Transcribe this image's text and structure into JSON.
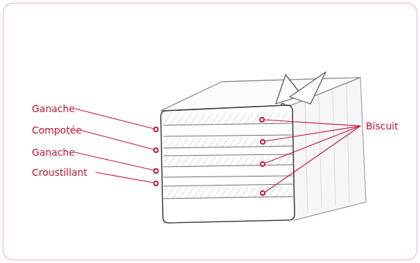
{
  "diagram": {
    "labels": [
      "Ganache",
      "Compotée",
      "Ganache",
      "Croustillant",
      "Biscuit"
    ]
  }
}
